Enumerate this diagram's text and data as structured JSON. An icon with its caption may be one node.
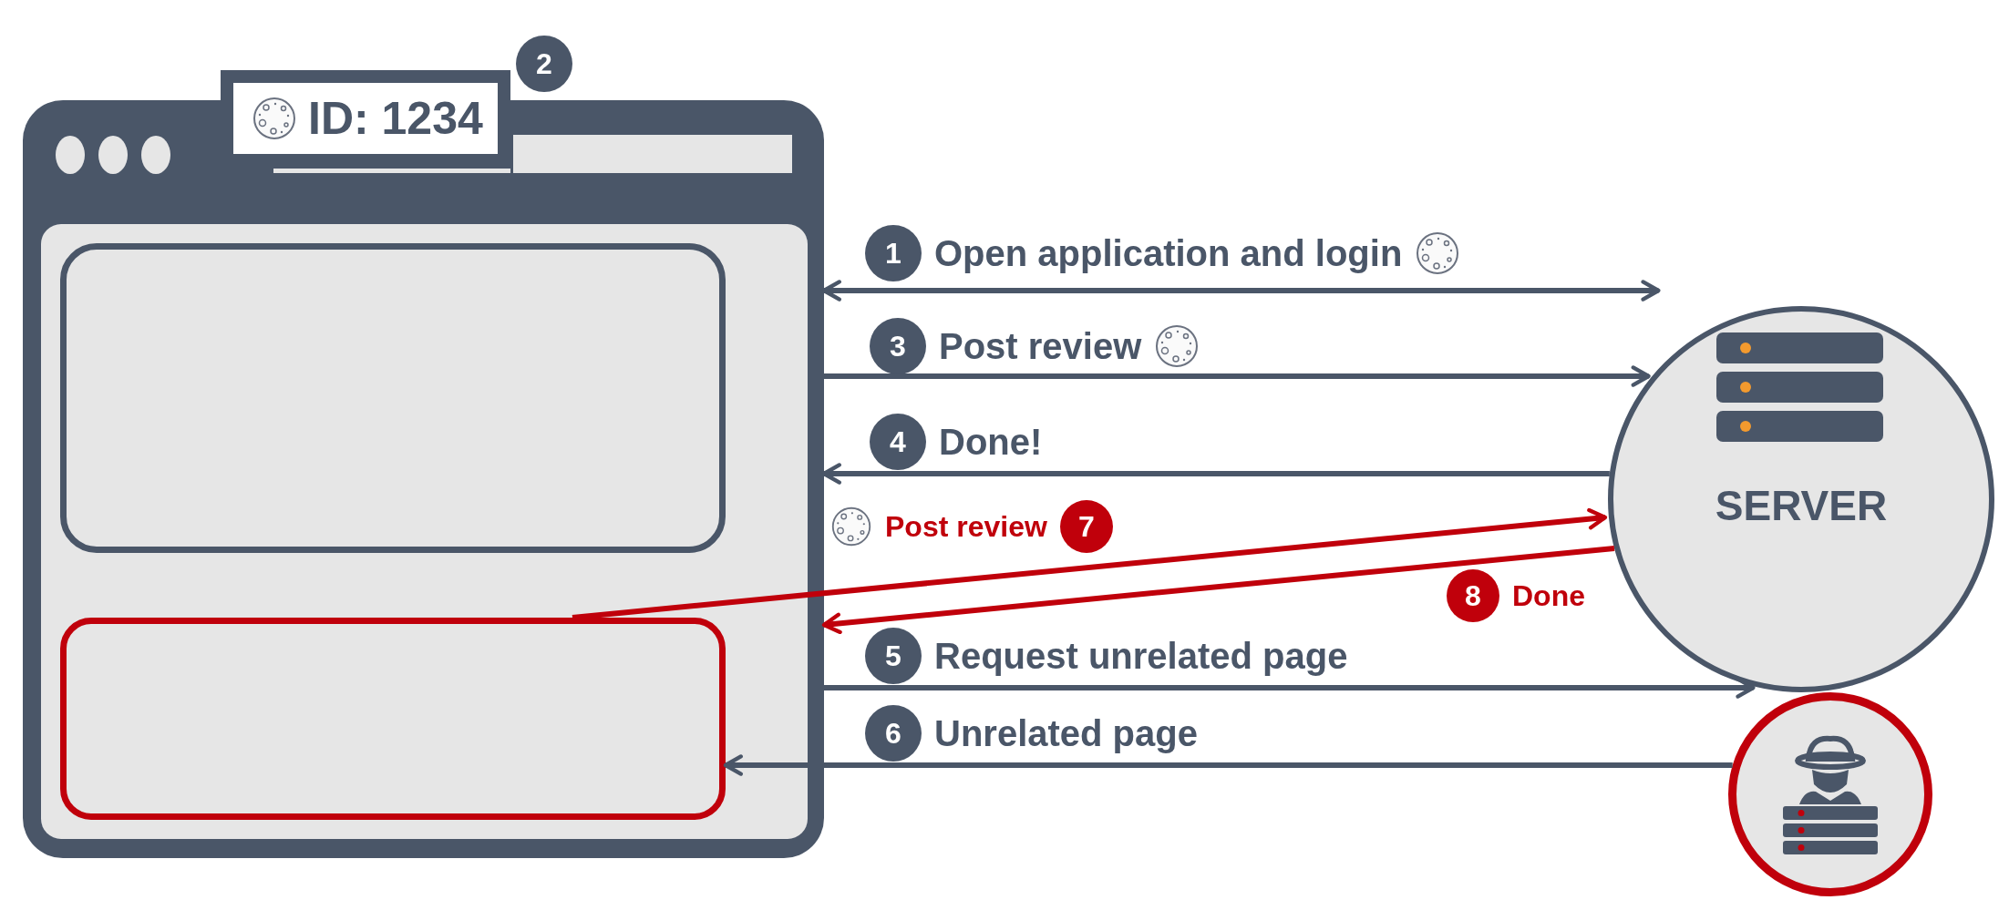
{
  "diagram": {
    "nodes": [
      {
        "text": [],
        "shape": "box"
      },
      {
        "text": [
          "ID: 1234"
        ],
        "beside": [
          "2"
        ]
      },
      {
        "text": [],
        "shape": "box",
        "in": 0
      },
      {
        "text": [],
        "shape": "box",
        "in": 0
      },
      {
        "text": [
          "SERVER"
        ]
      },
      {
        "text": [],
        "shape": "circle"
      },
      {
        "text": [],
        "shape": "bar",
        "in": 0
      }
    ],
    "edges": [
      {
        "from": 0,
        "to": 4,
        "arrow": "both",
        "label": "Open application and login"
      },
      {
        "from": 0,
        "to": 4,
        "arrow": "to",
        "label": "Post review"
      },
      {
        "from": 4,
        "to": 0,
        "arrow": "to",
        "label": "Done!"
      },
      {
        "from": 3,
        "to": 4,
        "arrow": "to",
        "label": "Post review",
        "color": "#c0000b"
      },
      {
        "from": 4,
        "to": 0,
        "arrow": "to",
        "label": "Done",
        "color": "#c0000b"
      },
      {
        "from": 0,
        "to": 5,
        "arrow": "to",
        "label": "Request unrelated page"
      },
      {
        "from": 5,
        "to": 3,
        "arrow": "to",
        "label": "Unrelated page"
      }
    ],
    "labels": [
      "1",
      "3",
      "4",
      "7",
      "8",
      "5",
      "6"
    ]
  }
}
